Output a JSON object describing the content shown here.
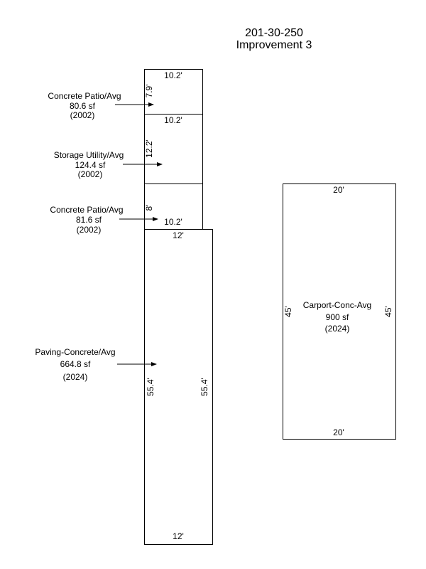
{
  "title": {
    "parcel": "201-30-250",
    "improvement": "Improvement 3"
  },
  "areas": [
    {
      "name": "Concrete Patio/Avg",
      "area": "80.6 sf",
      "year": "(2002)",
      "dims": {
        "top": "10.2'",
        "side": "7.9'"
      }
    },
    {
      "name": "Storage Utility/Avg",
      "area": "124.4 sf",
      "year": "(2002)",
      "dims": {
        "top": "10.2'",
        "side": "12.2'"
      }
    },
    {
      "name": "Concrete Patio/Avg",
      "area": "81.6 sf",
      "year": "(2002)",
      "dims": {
        "bottom": "10.2'",
        "side": "8'"
      }
    },
    {
      "name": "Paving-Concrete/Avg",
      "area": "664.8 sf",
      "year": "(2024)",
      "dims": {
        "top": "12'",
        "bottom": "12'",
        "left": "55.4'",
        "right": "55.4'"
      }
    },
    {
      "name": "Carport-Conc-Avg",
      "area": "900 sf",
      "year": "(2024)",
      "dims": {
        "top": "20'",
        "bottom": "20'",
        "left": "45'",
        "right": "45'"
      }
    }
  ]
}
